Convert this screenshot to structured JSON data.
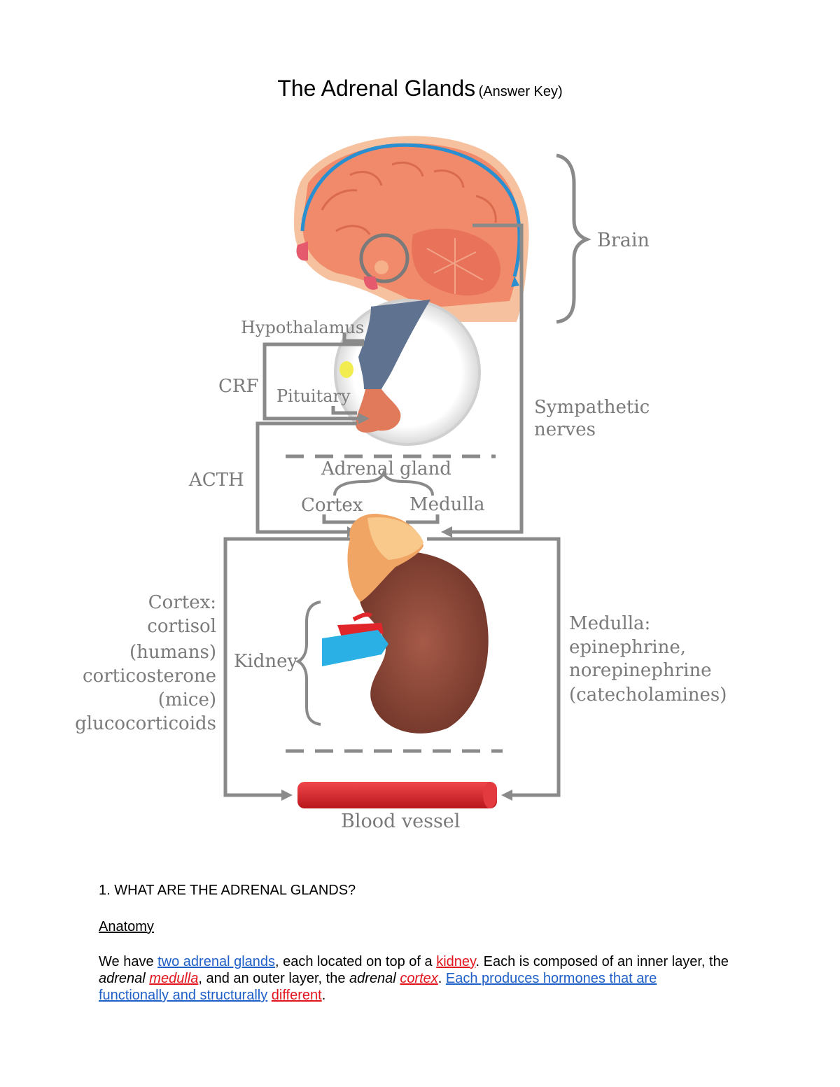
{
  "title": {
    "main": "The Adrenal Glands",
    "sub": "(Answer Key)"
  },
  "diagram": {
    "labels": {
      "brain": "Brain",
      "hypothalamus": "Hypothalamus",
      "crf": "CRF",
      "pituitary": "Pituitary",
      "sympathetic_1": "Sympathetic",
      "sympathetic_2": "nerves",
      "acth": "ACTH",
      "adrenal_gland": "Adrenal gland",
      "cortex": "Cortex",
      "medulla": "Medulla",
      "cortex_hormones": [
        "Cortex:",
        "cortisol",
        "(humans)",
        "corticosterone",
        "(mice)",
        "glucocorticoids"
      ],
      "kidney": "Kidney",
      "medulla_hormones": [
        "Medulla:",
        "epinephrine,",
        "norepinephrine",
        "(catecholamines)"
      ],
      "blood_vessel": "Blood vessel"
    },
    "colors": {
      "brain": "#f08a6a",
      "brain_light": "#f7b49a",
      "csf_line": "#2a8fd0",
      "pituitary_stalk": "#5f7290",
      "kidney": "#8e4a3a",
      "adrenal": "#e99a5c",
      "vein": "#2ab0e4",
      "artery": "#e0262b",
      "blood_vessel": "#d8262c",
      "arrows": "#8a8a8a"
    }
  },
  "question": {
    "number": "1.",
    "text": "WHAT ARE THE ADRENAL GLANDS?"
  },
  "section": "Anatomy",
  "paragraph": {
    "t1": "We have ",
    "two_adrenal": "two adrenal glands",
    "t2": ", each located on top of a ",
    "kidney": "kidney",
    "t3": ". Each is composed of an inner layer, the ",
    "adrenal1": "adrenal",
    "medulla": "medulla",
    "t4": ", and an outer layer, the ",
    "adrenal2": "adrenal",
    "cortex": "cortex",
    "t5": ". ",
    "each_produces": "Each produces hormones that are functionally and structurally",
    "different": "different",
    "t6": "."
  }
}
